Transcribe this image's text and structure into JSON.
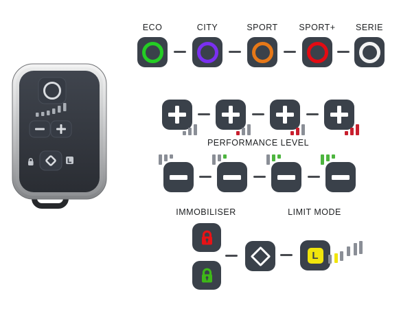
{
  "mode_row": {
    "button_bg": "#3a414a",
    "connector_color": "#474a4f",
    "items": [
      {
        "label": "ECO",
        "ring_color": "#24cd24"
      },
      {
        "label": "CITY",
        "ring_color": "#7a2ff0"
      },
      {
        "label": "SPORT",
        "ring_color": "#e67818"
      },
      {
        "label": "SPORT+",
        "ring_color": "#e30b13"
      },
      {
        "label": "SERIE",
        "ring_color": "#f2f2f2"
      }
    ]
  },
  "performance": {
    "label": "PERFORMANCE LEVEL",
    "inactive_bar_color": "#8a8e96",
    "plus": {
      "symbol": "+",
      "active_color": "#c81f2d",
      "steps": [
        0,
        1,
        2,
        3
      ]
    },
    "minus": {
      "symbol": "−",
      "active_color": "#4db53f",
      "steps": [
        0,
        1,
        2,
        3
      ]
    }
  },
  "immobiliser": {
    "label": "IMMOBILISER",
    "locks": [
      {
        "name": "immobiliser-locked",
        "color": "#e81216"
      },
      {
        "name": "immobiliser-unlocked",
        "color": "#3eb818"
      }
    ]
  },
  "limit_mode": {
    "label": "LIMIT MODE",
    "l_letter": "L",
    "l_badge_color": "#f1e50c",
    "bars": {
      "colors": [
        "#8a8e96",
        "#f1e50c",
        "#8a8e96",
        "#8a8e96",
        "#8a8e96",
        "#8a8e96"
      ]
    }
  }
}
